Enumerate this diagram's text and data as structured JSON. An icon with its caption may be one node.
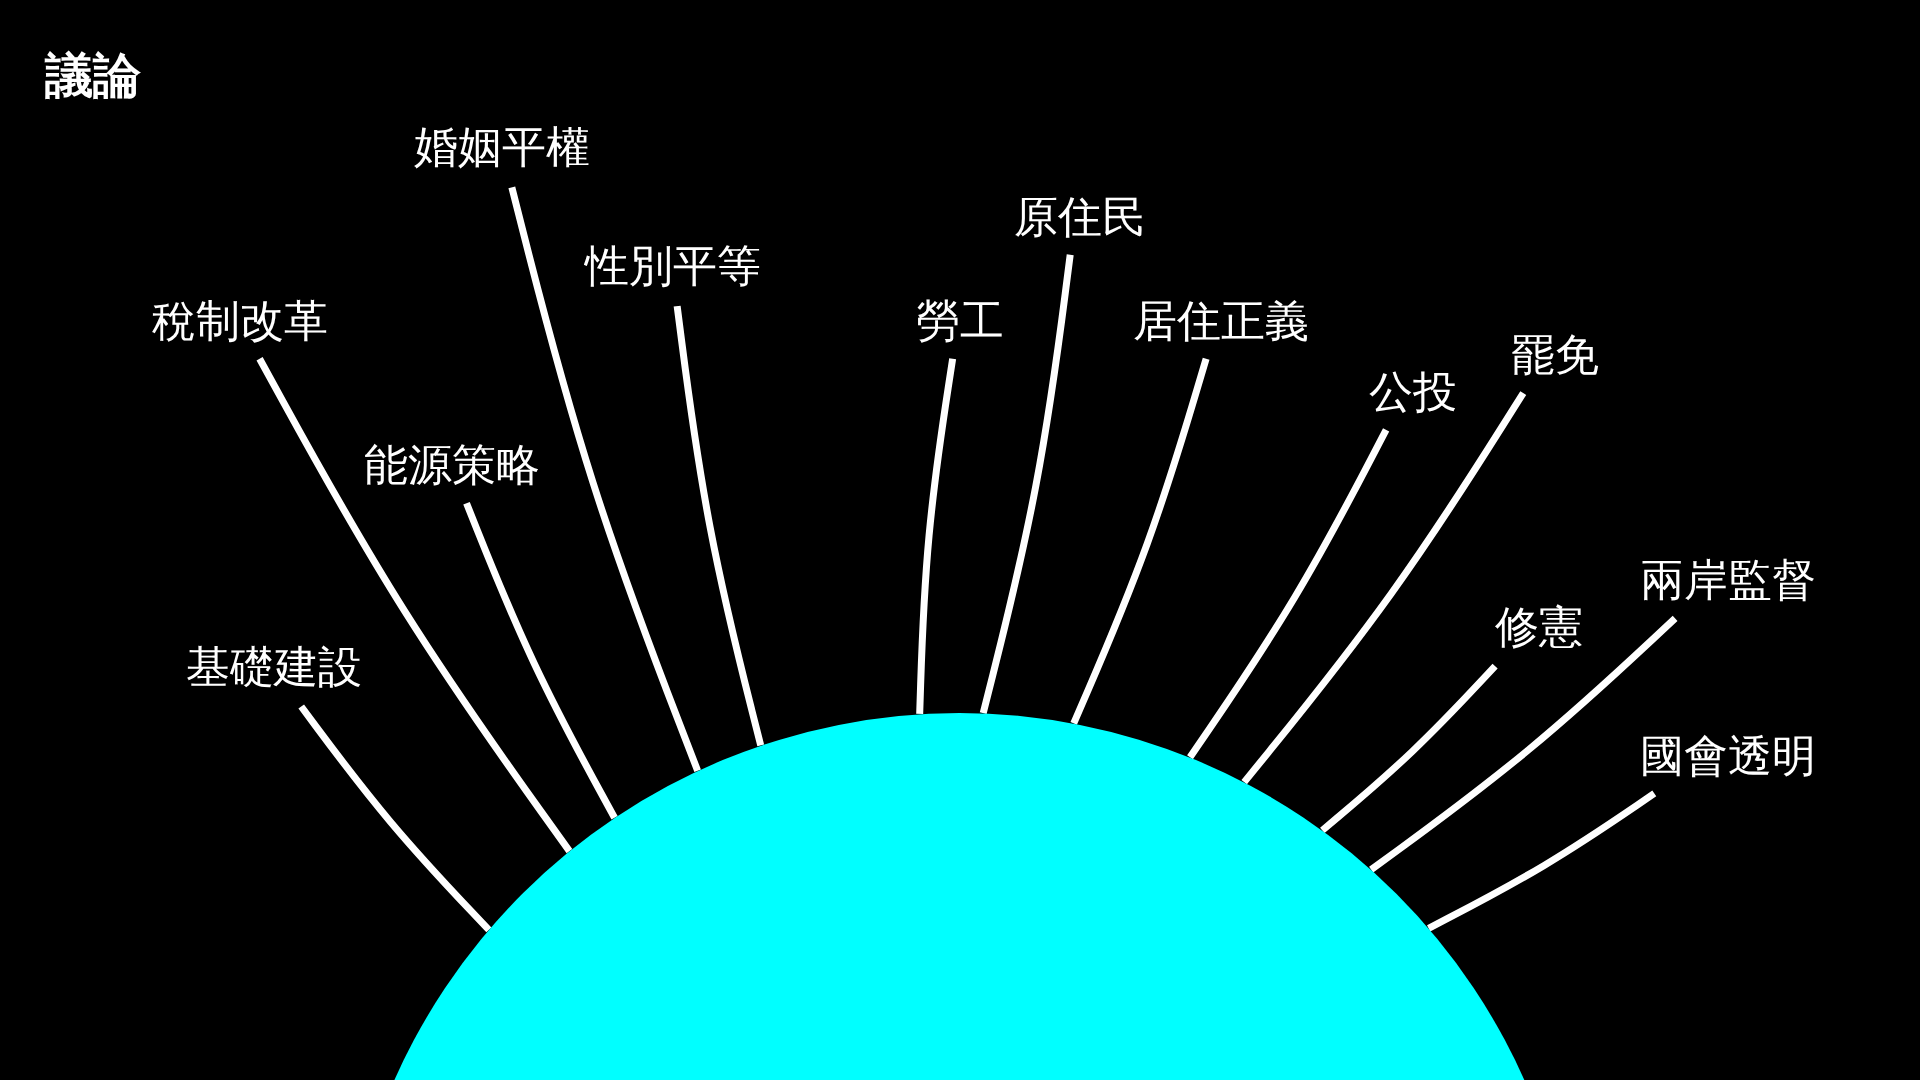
{
  "diagram": {
    "title": "議論",
    "nodes": [
      {
        "text": [],
        "shape": "circle"
      },
      {
        "text": [
          "婚姻平權"
        ]
      },
      {
        "text": [
          "原住民"
        ]
      },
      {
        "text": [
          "性別平等"
        ]
      },
      {
        "text": [
          "稅制改革"
        ]
      },
      {
        "text": [
          "勞工"
        ]
      },
      {
        "text": [
          "居住正義"
        ]
      },
      {
        "text": [
          "罷免"
        ]
      },
      {
        "text": [
          "公投"
        ]
      },
      {
        "text": [
          "能源策略"
        ]
      },
      {
        "text": [
          "兩岸監督"
        ]
      },
      {
        "text": [
          "修憲"
        ]
      },
      {
        "text": [
          "基礎建設"
        ]
      },
      {
        "text": [
          "國會透明"
        ]
      }
    ],
    "edges": [
      {
        "from": 1,
        "to": 0,
        "arrow": "none"
      },
      {
        "from": 2,
        "to": 0,
        "arrow": "none"
      },
      {
        "from": 3,
        "to": 0,
        "arrow": "none"
      },
      {
        "from": 4,
        "to": 0,
        "arrow": "none"
      },
      {
        "from": 5,
        "to": 0,
        "arrow": "none"
      },
      {
        "from": 6,
        "to": 0,
        "arrow": "none"
      },
      {
        "from": 7,
        "to": 0,
        "arrow": "none"
      },
      {
        "from": 8,
        "to": 0,
        "arrow": "none"
      },
      {
        "from": 9,
        "to": 0,
        "arrow": "none"
      },
      {
        "from": 10,
        "to": 0,
        "arrow": "none"
      },
      {
        "from": 11,
        "to": 0,
        "arrow": "none"
      },
      {
        "from": 12,
        "to": 0,
        "arrow": "none"
      },
      {
        "from": 13,
        "to": 0,
        "arrow": "none"
      }
    ]
  }
}
